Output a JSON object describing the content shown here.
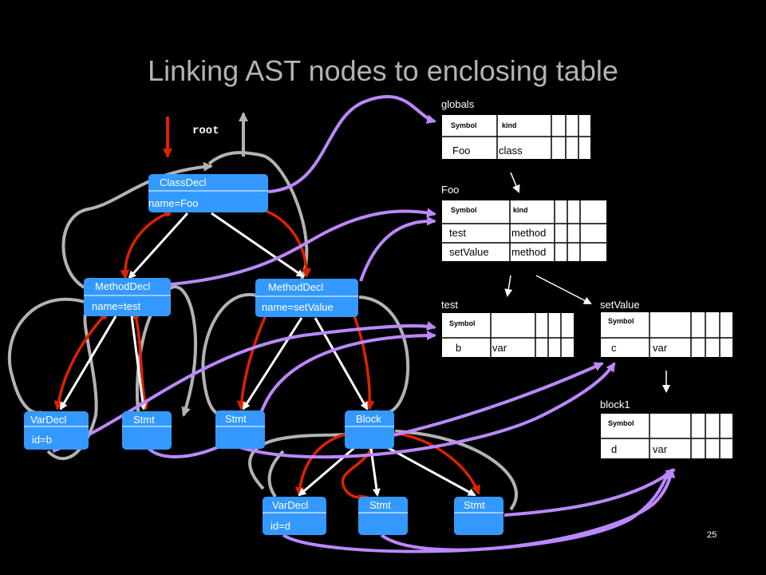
{
  "title": "Linking AST nodes to enclosing table",
  "page_number": "25",
  "root_label": "root",
  "colors": {
    "node_fill": "#3399ff",
    "tree_edge": "#ffffff",
    "parent_link": "#dd2200",
    "traversal_link": "#b3b3b3",
    "scope_link": "#bb88ff",
    "table_fill": "#ffffff"
  },
  "nodes": [
    {
      "id": "classdecl",
      "title": "ClassDecl",
      "attr": "name=Foo"
    },
    {
      "id": "methoddecl-test",
      "title": "MethodDecl",
      "attr": "name=test"
    },
    {
      "id": "methoddecl-setvalue",
      "title": "MethodDecl",
      "attr": "name=setValue"
    },
    {
      "id": "vardecl-b",
      "title": "VarDecl",
      "attr": "id=b"
    },
    {
      "id": "stmt-1",
      "title": "Stmt",
      "attr": ""
    },
    {
      "id": "stmt-2",
      "title": "Stmt",
      "attr": ""
    },
    {
      "id": "block",
      "title": "Block",
      "attr": ""
    },
    {
      "id": "vardecl-d",
      "title": "VarDecl",
      "attr": "id=d"
    },
    {
      "id": "stmt-3",
      "title": "Stmt",
      "attr": ""
    },
    {
      "id": "stmt-4",
      "title": "Stmt",
      "attr": ""
    }
  ],
  "tables": [
    {
      "id": "globals",
      "label": "globals",
      "headers": [
        "Symbol",
        "kind"
      ],
      "rows": [
        [
          "Foo",
          "class"
        ]
      ]
    },
    {
      "id": "foo",
      "label": "Foo",
      "headers": [
        "Symbol",
        "kind"
      ],
      "rows": [
        [
          "test",
          "method"
        ],
        [
          "setValue",
          "method"
        ]
      ]
    },
    {
      "id": "test",
      "label": "test",
      "headers": [
        "Symbol",
        ""
      ],
      "rows": [
        [
          "b",
          "var"
        ]
      ]
    },
    {
      "id": "setvalue",
      "label": "setValue",
      "headers": [
        "Symbol",
        ""
      ],
      "rows": [
        [
          "c",
          "var"
        ]
      ]
    },
    {
      "id": "block1",
      "label": "block1",
      "headers": [
        "Symbol",
        ""
      ],
      "rows": [
        [
          "d",
          "var"
        ]
      ]
    }
  ]
}
